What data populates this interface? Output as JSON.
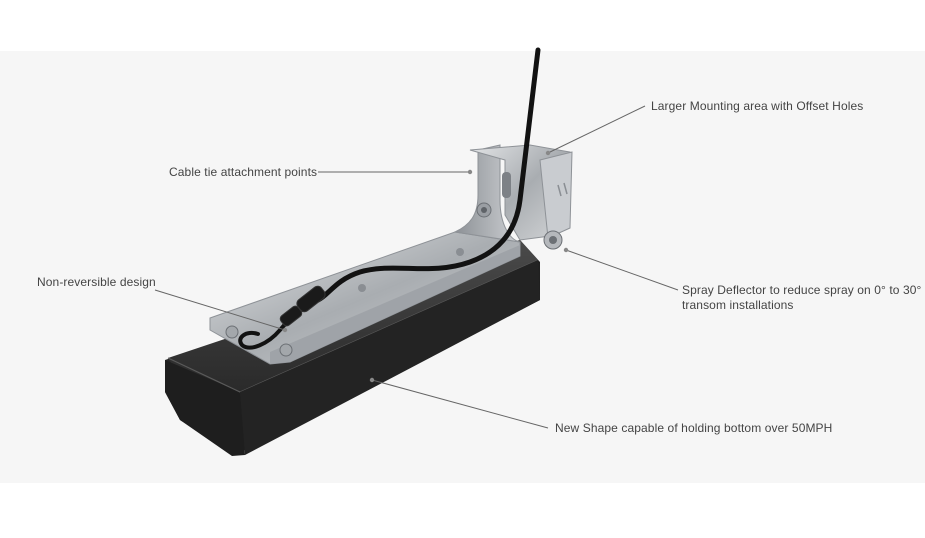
{
  "callouts": {
    "mounting": "Larger Mounting area with Offset Holes",
    "cable_tie": "Cable tie attachment points",
    "non_reversible": "Non-reversible design",
    "spray_line1": "Spray Deflector to reduce spray on 0° to 30°",
    "spray_line2": "transom installations",
    "new_shape": "New Shape capable of holding bottom over 50MPH"
  },
  "colors": {
    "panel_background": "#f6f6f6",
    "callout_text": "#444444",
    "leader_line": "#666666",
    "transducer_body": "#2a2a2a",
    "bracket": "#b9bcbf",
    "cable": "#111111"
  }
}
